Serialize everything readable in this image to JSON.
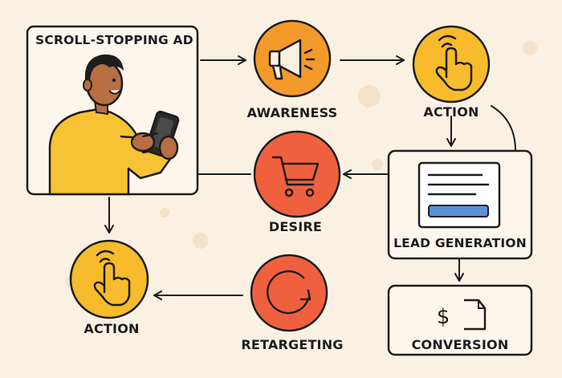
{
  "diagram": {
    "ad_panel": {
      "title": "SCROLL-STOPPING AD",
      "icon": "person-with-phone-illustration"
    },
    "nodes": {
      "awareness": {
        "label": "AWARENESS",
        "icon": "megaphone-icon",
        "color": "#f49a2b"
      },
      "action_top": {
        "label": "ACTION",
        "icon": "tap-hand-icon",
        "color": "#f7bb2c"
      },
      "desire": {
        "label": "DESIRE",
        "icon": "shopping-cart-icon",
        "color": "#f0603e"
      },
      "lead_generation": {
        "label": "LEAD GENERATION",
        "icon": "form-icon"
      },
      "retargeting": {
        "label": "RETARGETING",
        "icon": "refresh-icon",
        "color": "#f0603e"
      },
      "conversion": {
        "label": "CONVERSION",
        "icon": "dollar-document-icon",
        "symbol": "$"
      },
      "action_bottom": {
        "label": "ACTION",
        "icon": "tap-hand-icon",
        "color": "#f7bb2c"
      }
    },
    "colors": {
      "background": "#fbf1e3",
      "stroke": "#1d1d1d",
      "button_blue": "#5b8fd6",
      "shirt_yellow": "#f7c233",
      "skin": "#b86f43"
    }
  }
}
